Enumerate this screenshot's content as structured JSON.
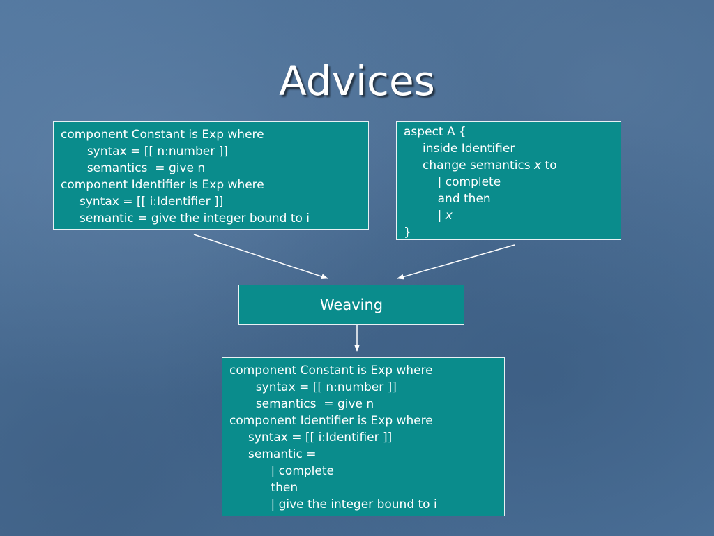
{
  "slide": {
    "title": "Advices"
  },
  "left_box": {
    "lines": [
      "component Constant is Exp where",
      "       syntax = [[ n:number ]]",
      "       semantics  = give n",
      "component Identifier is Exp where",
      "     syntax = [[ i:Identifier ]]",
      "     semantic = give the integer bound to i"
    ]
  },
  "right_box": {
    "line1": "aspect A {",
    "line2": "     inside Identifier",
    "line3_prefix": "     change semantics ",
    "line3_var": "x",
    "line3_suffix": " to",
    "line4": "         | complete",
    "line5": "         and then",
    "line6_prefix": "         | ",
    "line6_var": "x",
    "line7": "}"
  },
  "weaving_box": {
    "label": "Weaving"
  },
  "bottom_box": {
    "lines": [
      "component Constant is Exp where",
      "       syntax = [[ n:number ]]",
      "       semantics  = give n",
      "component Identifier is Exp where",
      "     syntax = [[ i:Identifier ]]",
      "     semantic =",
      "           | complete",
      "           then",
      "           | give the integer bound to i"
    ]
  }
}
